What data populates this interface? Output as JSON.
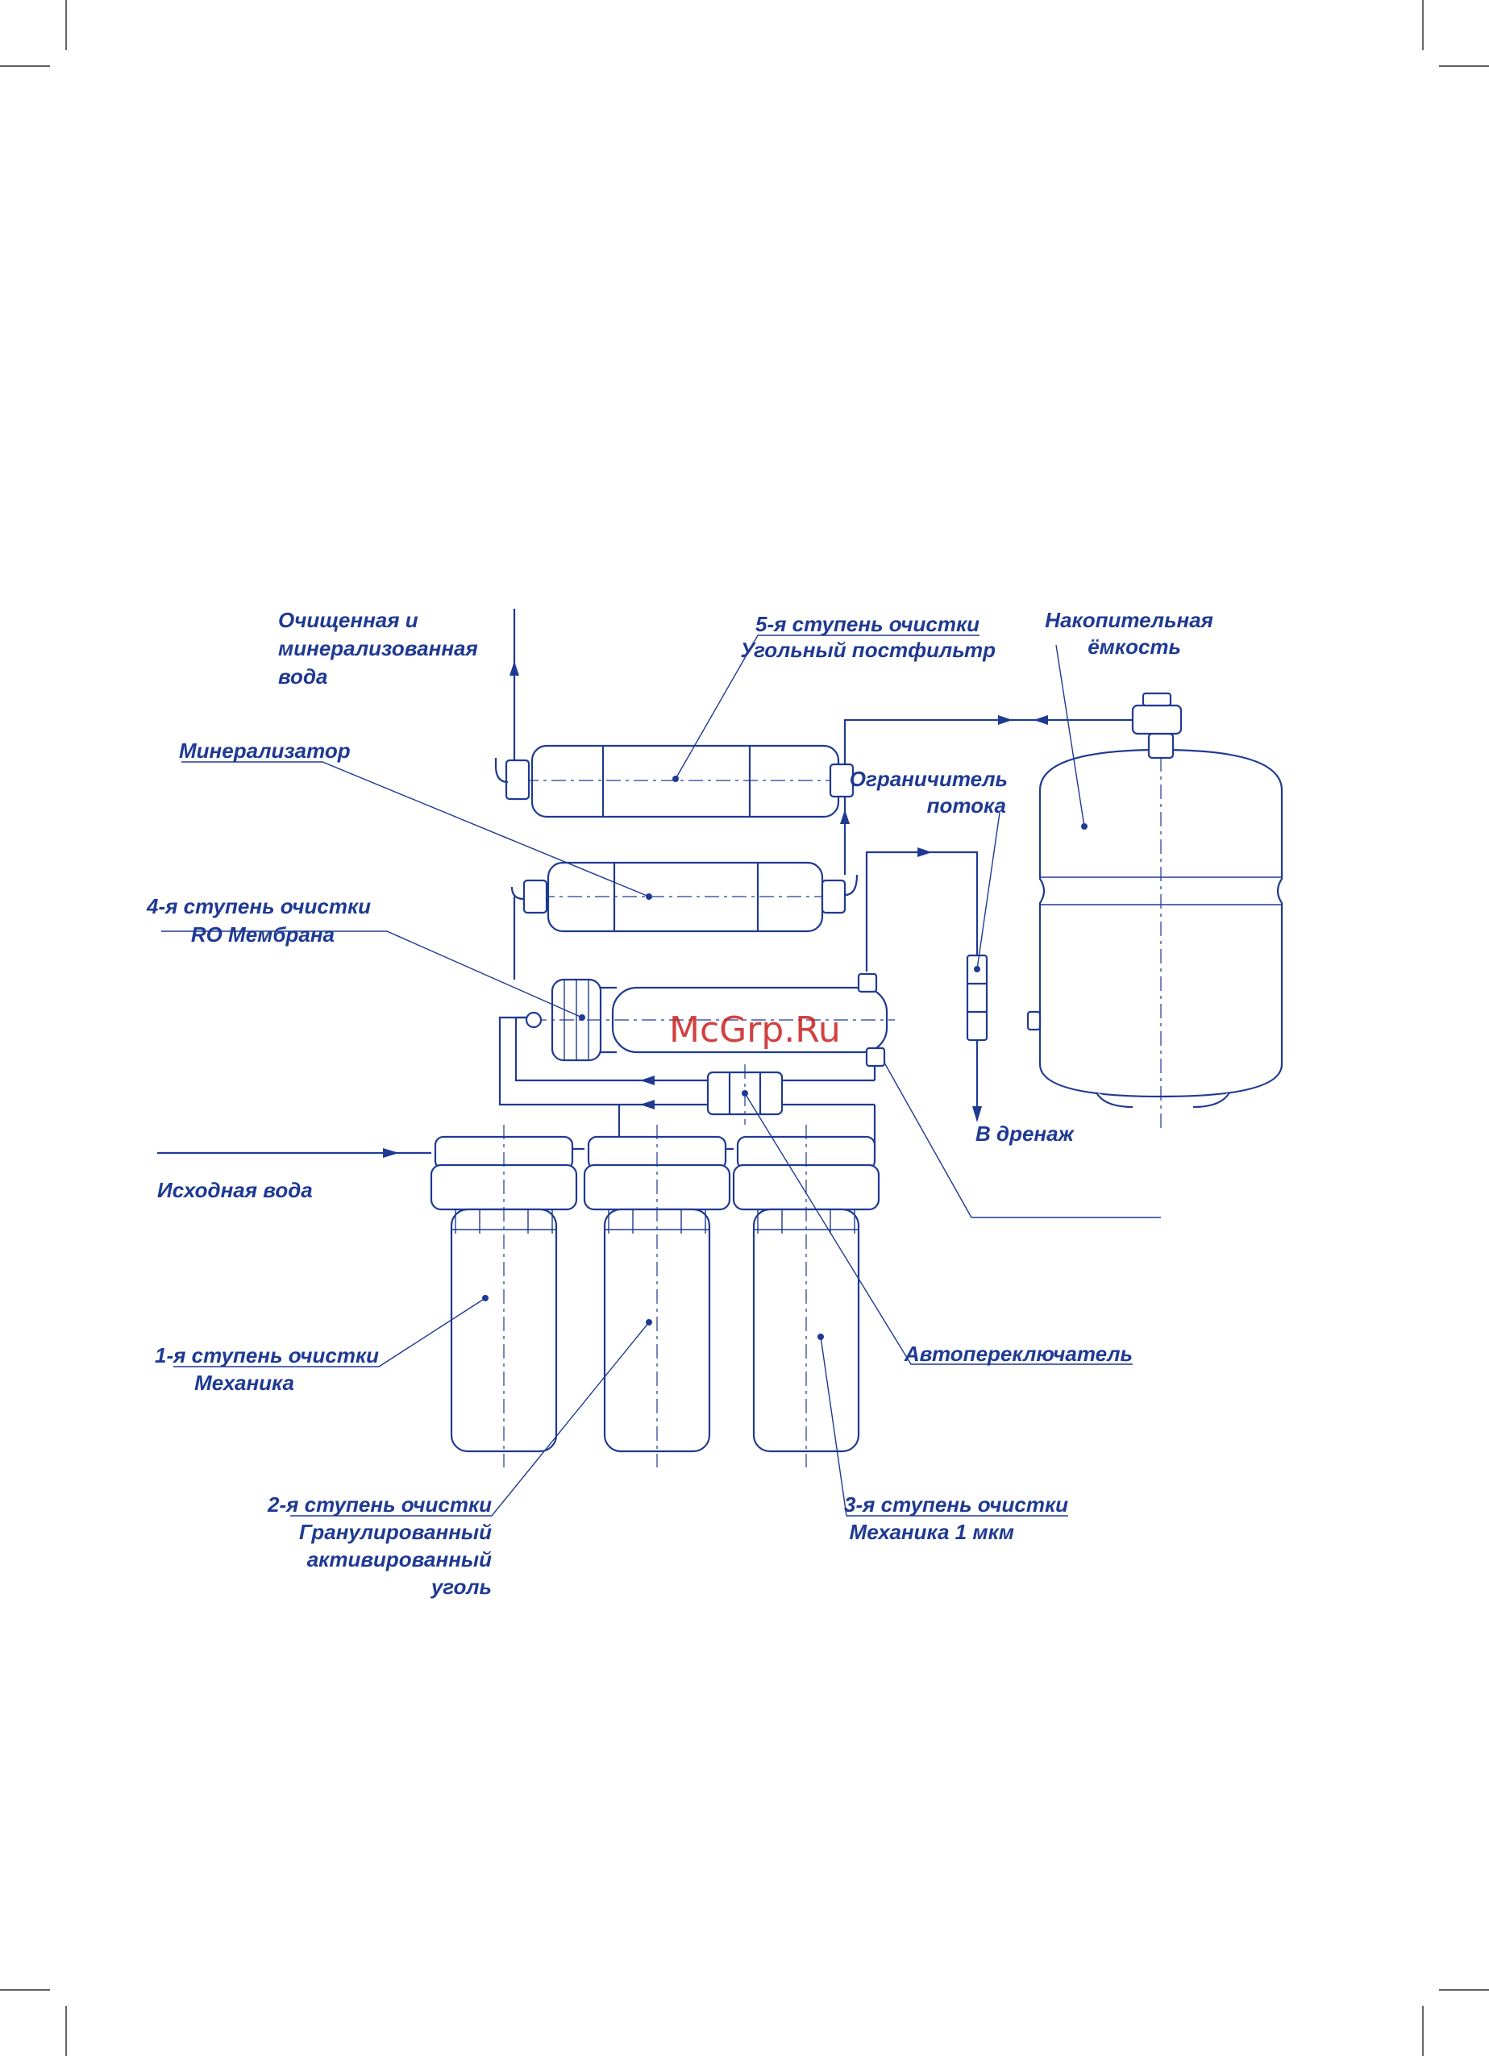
{
  "labels": {
    "purified_water": [
      "Очищенная и",
      "минерализованная",
      "вода"
    ],
    "stage5": [
      "5-я ступень очистки",
      "Угольный постфильтр"
    ],
    "storage_tank": [
      "Накопительная",
      "ёмкость"
    ],
    "mineralizer": "Минерализатор",
    "flow_restrictor": [
      "Ограничитель",
      "потока"
    ],
    "stage4": [
      "4-я ступень очистки",
      "RO Мембрана"
    ],
    "drain": "В дренаж",
    "source_water": "Исходная вода",
    "stage1": [
      "1-я ступень очистки",
      "Механика"
    ],
    "auto_switch": "Автопереключатель",
    "stage2": [
      "2-я ступень очистки",
      "Гранулированный",
      "активированный",
      "уголь"
    ],
    "stage3": [
      "3-я ступень очистки",
      "Механика 1 мкм"
    ]
  },
  "watermark": "McGrp.Ru",
  "colors": {
    "line": "#1f3a93",
    "watermark": "#c9211e"
  }
}
